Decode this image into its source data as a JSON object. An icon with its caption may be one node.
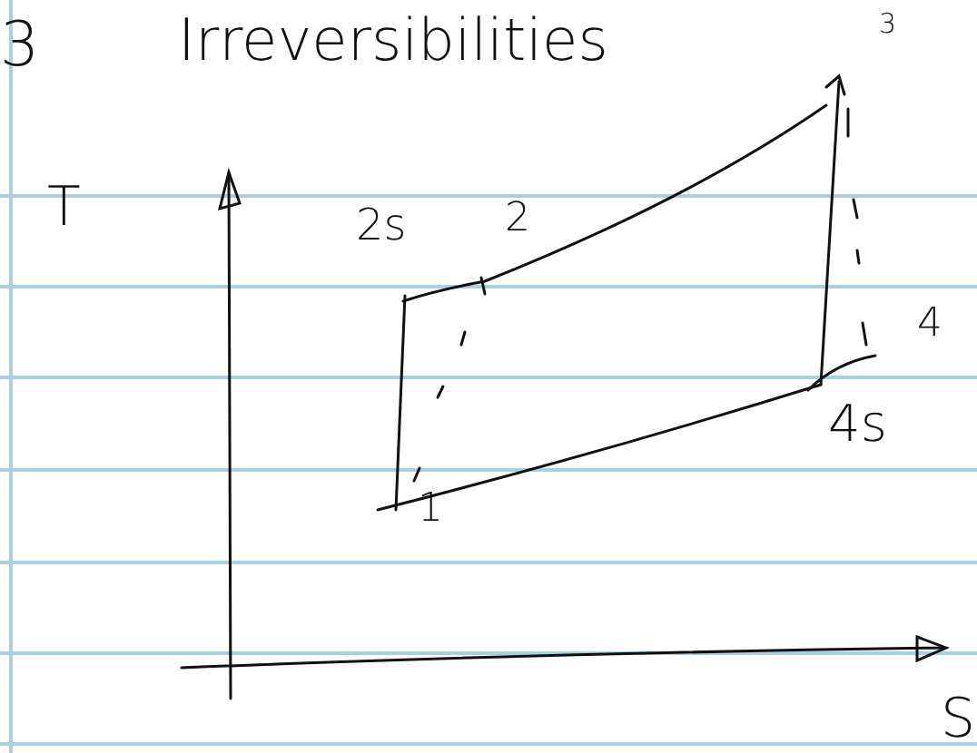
{
  "diagram": {
    "title": "Irreversibilities",
    "labels": [
      "3",
      "3",
      "T",
      "2s",
      "2",
      "4",
      "4s",
      "1",
      "S"
    ]
  }
}
